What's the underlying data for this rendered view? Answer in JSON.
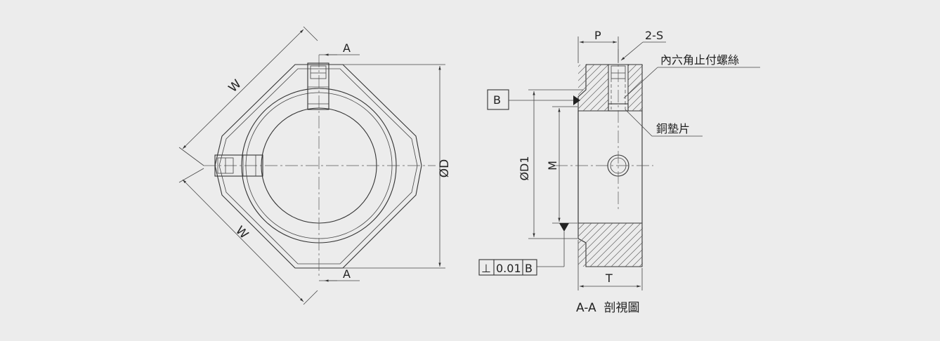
{
  "front_view": {
    "width_label_top": "W",
    "width_label_bottom": "W",
    "section_mark_top": "A",
    "section_mark_bottom": "A",
    "diameter_label": "ØD"
  },
  "section_view": {
    "pitch_label": "P",
    "screw_count_label": "2-S",
    "screw_callout": "內六角止付螺絲",
    "pad_callout": "銅墊片",
    "datum_label": "B",
    "bore_label": "ØD1",
    "thread_label": "M",
    "thickness_label": "T",
    "tolerance": {
      "symbol": "⊥",
      "value": "0.01",
      "datum": "B"
    },
    "caption": "A-A  剖視圖"
  },
  "colors": {
    "background": "#ececec",
    "line": "#333333"
  }
}
